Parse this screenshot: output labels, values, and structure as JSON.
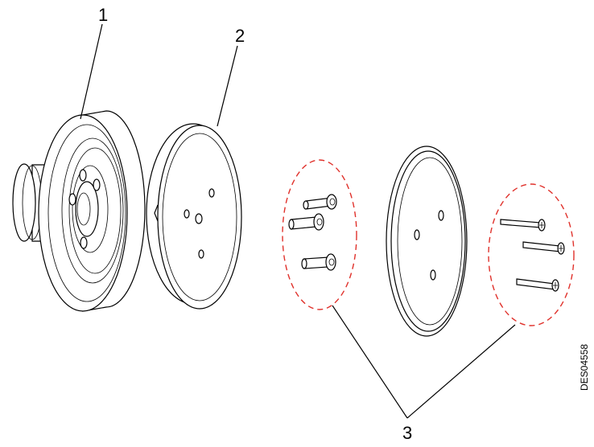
{
  "callouts": {
    "c1": "1",
    "c2": "2",
    "c3": "3"
  },
  "drawing_code": "DES04558",
  "colors": {
    "outline": "#000000",
    "highlight_dashed": "#e0312b",
    "background": "#ffffff"
  }
}
